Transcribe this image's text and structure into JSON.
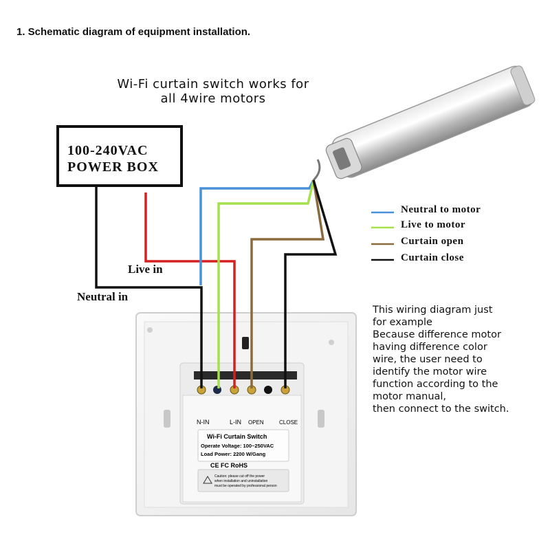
{
  "heading": "1.   Schematic diagram of equipment installation.",
  "subtitle": {
    "line1": "Wi-Fi curtain switch works for",
    "line2": "all 4wire motors"
  },
  "power_box": {
    "line1": "100-240VAC",
    "line2": "POWER BOX"
  },
  "wire_labels": {
    "live_in": "Live in",
    "neutral_in": "Neutral in"
  },
  "legend": [
    {
      "label": "Neutral to motor",
      "color": "#4a90d9"
    },
    {
      "label": "Live to motor",
      "color": "#a6e04a"
    },
    {
      "label": "Curtain open",
      "color": "#8b6a3e"
    },
    {
      "label": "Curtain close",
      "color": "#111111"
    }
  ],
  "wire_colors": {
    "live": "#d42020",
    "neutral": "#111111"
  },
  "note": {
    "lines": [
      "This wiring diagram just",
      "for example",
      "Because difference motor",
      "having difference color",
      "wire, the user need to",
      "identify the motor wire",
      "function according to the",
      "motor manual,",
      "then connect to the switch."
    ]
  },
  "switch_label": {
    "terminal_n": "N-IN",
    "terminal_l": "L-IN",
    "terminal_open": "OPEN",
    "terminal_close": "CLOSE",
    "title": "Wi-Fi  Curtain Switch",
    "voltage": "Operate Voltage: 100~250VAC",
    "power": "Load Power: 2200 W/Gang",
    "certs": "CE FC RoHS",
    "caution_line1": "Caution: please cut off the power",
    "caution_line2": "when installation and uninstallation",
    "caution_line3": "must be operated by professional person"
  }
}
